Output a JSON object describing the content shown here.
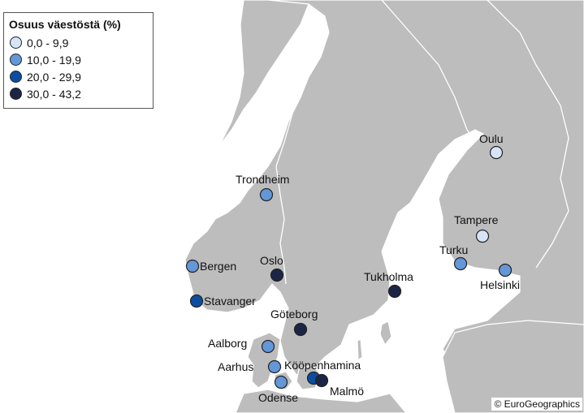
{
  "legend": {
    "title": "Osuus väestöstä (%)",
    "classes": [
      {
        "label": "0,0 - 9,9",
        "color": "#d6e4f7"
      },
      {
        "label": "10,0 - 19,9",
        "color": "#6497d8"
      },
      {
        "label": "20,0 - 29,9",
        "color": "#0d4da1"
      },
      {
        "label": "30,0 - 43,2",
        "color": "#1b2546"
      }
    ]
  },
  "cities": [
    {
      "name": "Oulu",
      "class": 0
    },
    {
      "name": "Tampere",
      "class": 0
    },
    {
      "name": "Trondheim",
      "class": 1
    },
    {
      "name": "Turku",
      "class": 1
    },
    {
      "name": "Helsinki",
      "class": 1
    },
    {
      "name": "Bergen",
      "class": 1
    },
    {
      "name": "Oslo",
      "class": 3
    },
    {
      "name": "Tukholma",
      "class": 3
    },
    {
      "name": "Stavanger",
      "class": 2
    },
    {
      "name": "Göteborg",
      "class": 3
    },
    {
      "name": "Aalborg",
      "class": 1
    },
    {
      "name": "Aarhus",
      "class": 1
    },
    {
      "name": "Kööpenhamina",
      "class": 2
    },
    {
      "name": "Odense",
      "class": 1
    },
    {
      "name": "Malmö",
      "class": 3
    }
  ],
  "copyright": "© EuroGeographics",
  "colors": {
    "sea": "#ffffff",
    "land": "#bdbdbd",
    "border": "#ffffff"
  }
}
